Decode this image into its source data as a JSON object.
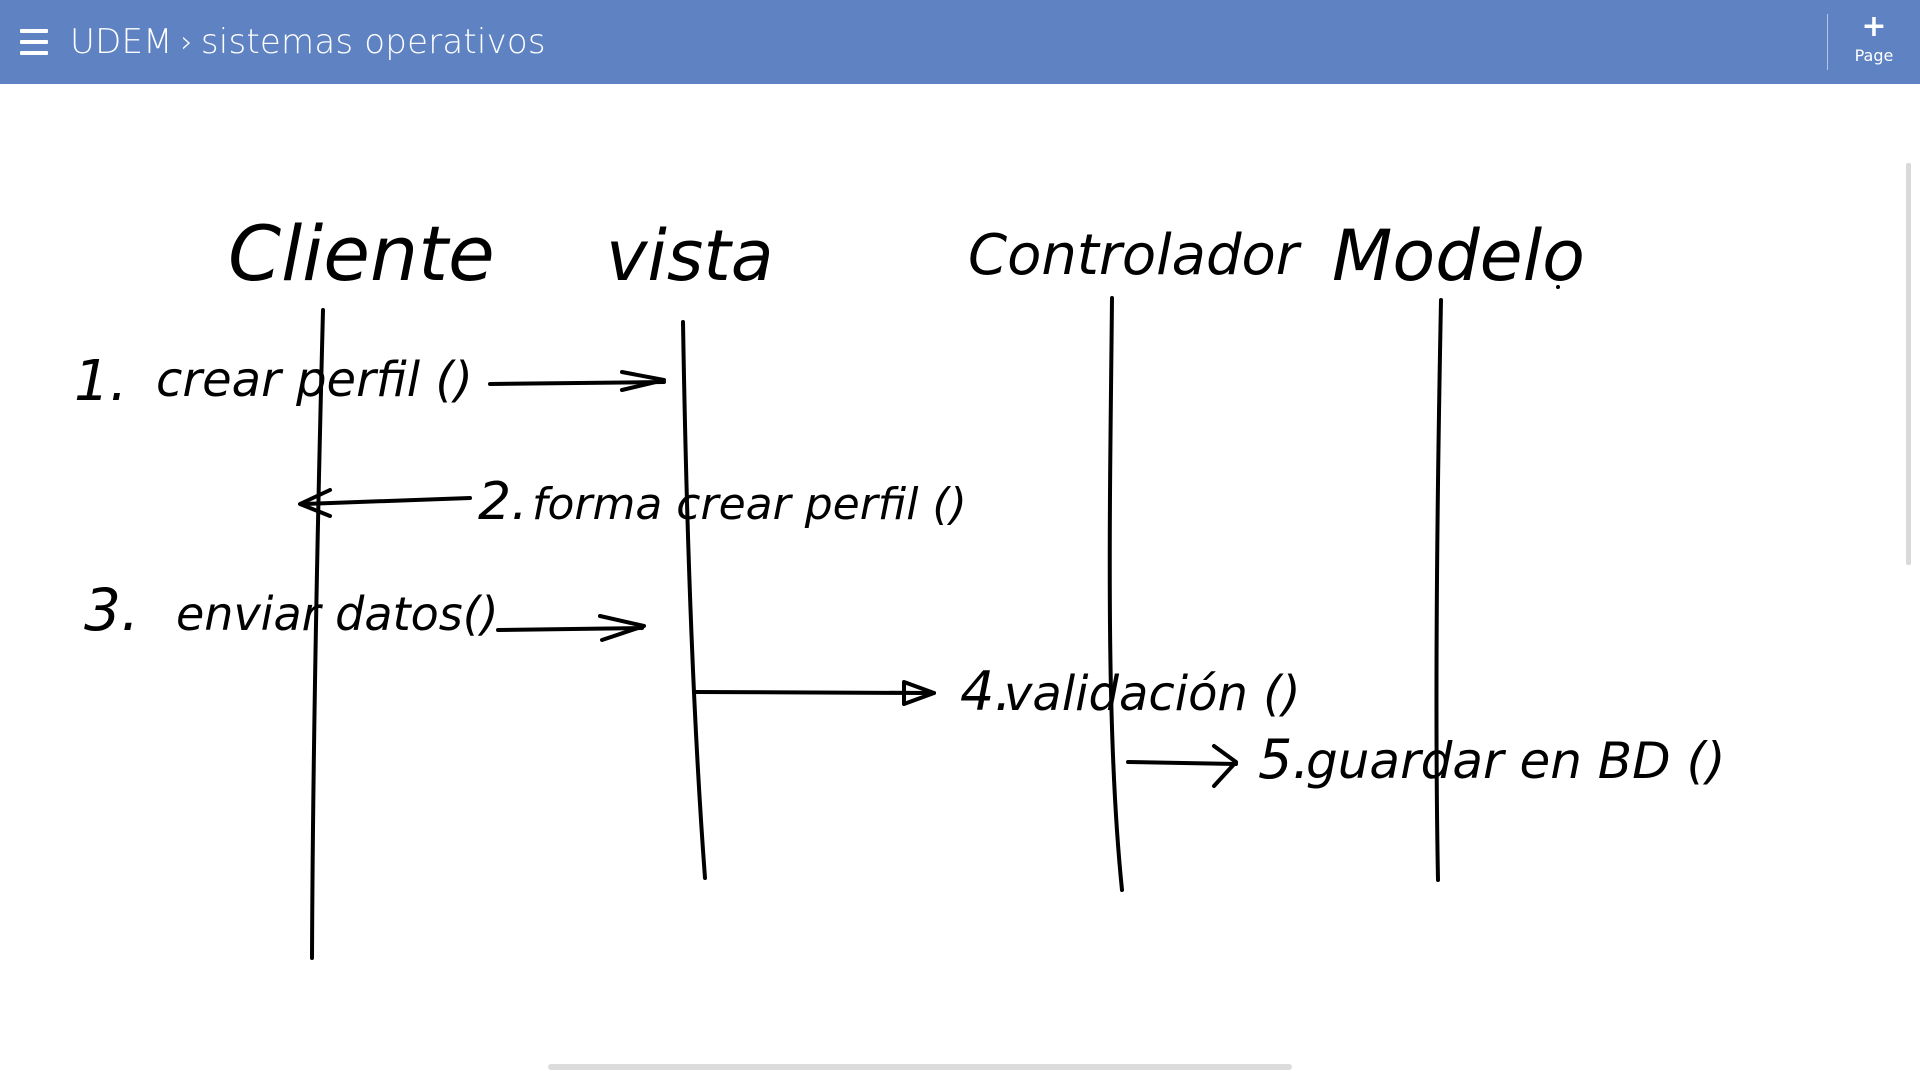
{
  "header": {
    "menu_icon": "hamburger-menu-icon",
    "notebook": "UDEM",
    "separator": "›",
    "section": "sistemas operativos",
    "add_page_icon": "plus-icon",
    "add_page_label": "Page"
  },
  "diagram": {
    "participants": [
      "Cliente",
      "vista",
      "Controlador",
      "Modelo"
    ],
    "messages": [
      {
        "number": "1.",
        "label": "crear perfil ()"
      },
      {
        "number": "2.",
        "label": "forma crear perfil ()"
      },
      {
        "number": "3.",
        "label": "enviar datos()"
      },
      {
        "number": "4.",
        "label": "validación ()"
      },
      {
        "number": "5.",
        "label": "guardar en BD ()"
      }
    ]
  },
  "colors": {
    "header_bg": "#5e82c2",
    "ink": "#000000"
  }
}
